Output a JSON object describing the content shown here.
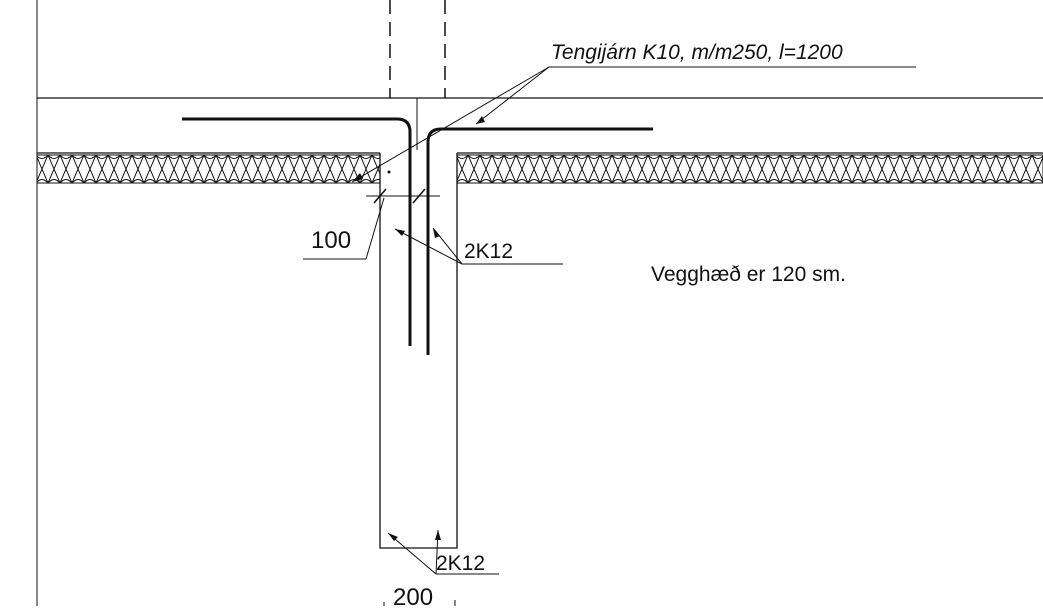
{
  "labels": {
    "rebar_connector": "Tengijárn K10, m/m250, l=1200",
    "wall_thickness": "100",
    "rebar_top": "2K12",
    "wall_height_note": "Vegghæð er 120 sm.",
    "rebar_bottom": "2K12",
    "footing_width": "200"
  },
  "colors": {
    "line": "#111111",
    "background": "#ffffff"
  }
}
